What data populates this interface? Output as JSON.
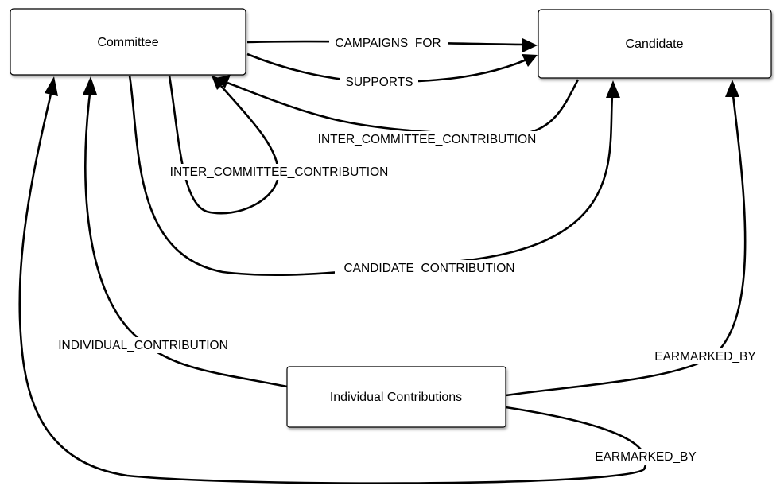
{
  "nodes": {
    "committee": "Committee",
    "candidate": "Candidate",
    "individual_contributions": "Individual Contributions"
  },
  "edges": {
    "campaigns_for": "CAMPAIGNS_FOR",
    "supports": "SUPPORTS",
    "inter_committee_contribution_candidate": "INTER_COMMITTEE_CONTRIBUTION",
    "inter_committee_contribution_self": "INTER_COMMITTEE_CONTRIBUTION",
    "candidate_contribution": "CANDIDATE_CONTRIBUTION",
    "individual_contribution": "INDIVIDUAL_CONTRIBUTION",
    "earmarked_by_candidate": "EARMARKED_BY",
    "earmarked_by_committee": "EARMARKED_BY"
  }
}
